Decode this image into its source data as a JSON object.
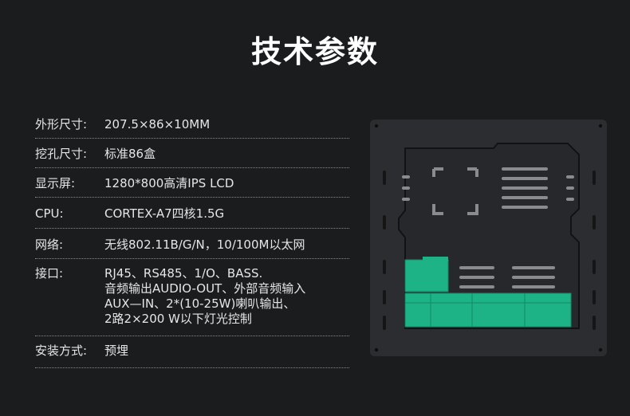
{
  "page": {
    "title": "技术参数"
  },
  "specs": [
    {
      "label": "外形尺寸:",
      "value": [
        "207.5×86×10MM"
      ]
    },
    {
      "label": "挖孔尺寸:",
      "value": [
        "标准86盒"
      ]
    },
    {
      "label": "显示屏:",
      "value": [
        "1280*800高清IPS LCD"
      ]
    },
    {
      "label": "CPU:",
      "value": [
        "CORTEX-A7四核1.5G"
      ]
    },
    {
      "label": "网络:",
      "value": [
        "无线802.11B/G/N，10/100M以太网"
      ]
    },
    {
      "label": "接口:",
      "value": [
        "RJ45、RS485、1/O、BASS.",
        "音频输出AUDIO-OUT、外部音频输入",
        "AUX—IN、2*(10-25W)喇叭输出、",
        "2路2×200 W以下灯光控制"
      ]
    },
    {
      "label": "安装方式:",
      "value": [
        "预埋"
      ]
    }
  ],
  "colors": {
    "background": "#1b1c1e",
    "board_green": "#1db386",
    "device_body": "#2c2d30"
  }
}
